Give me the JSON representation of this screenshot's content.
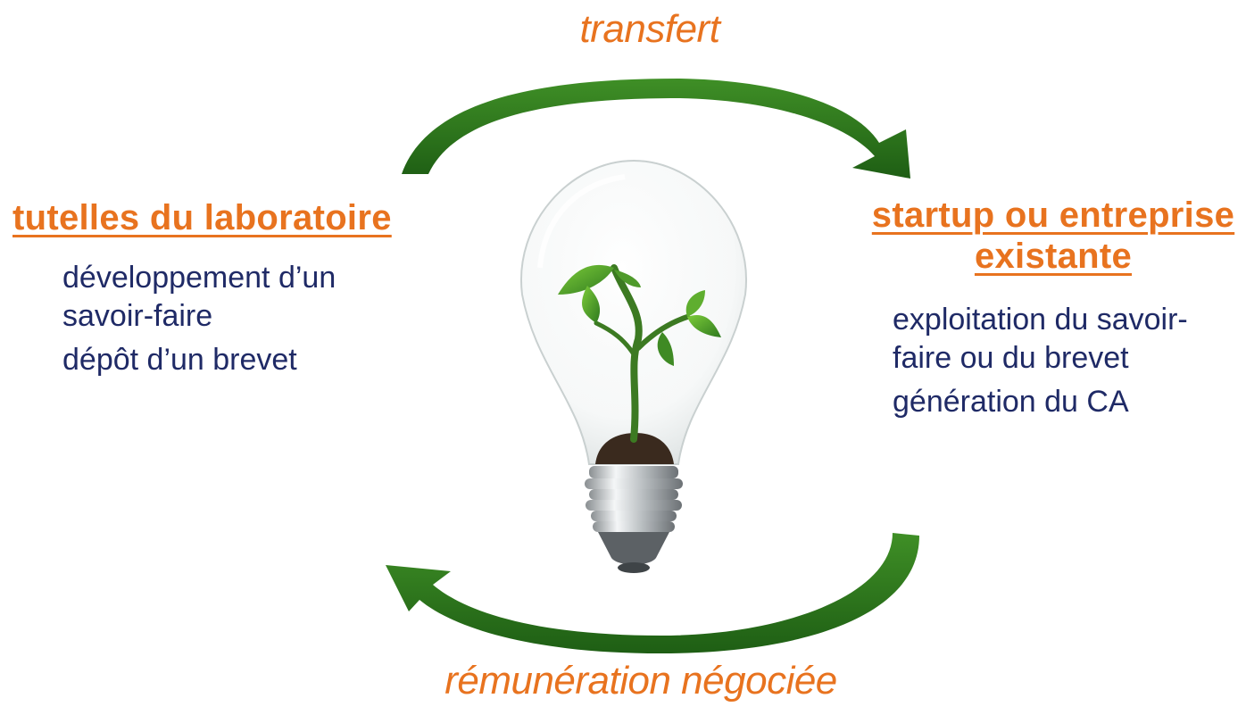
{
  "flows": {
    "top": "transfert",
    "bottom": "rémunération négociée"
  },
  "left": {
    "title": "tutelles du laboratoire",
    "items": [
      "développement d’un savoir-faire",
      "dépôt d’un brevet"
    ]
  },
  "right": {
    "title_line1": "startup ou entreprise",
    "title_line2": "existante",
    "items": [
      "exploitation du savoir-faire ou du brevet",
      "génération du CA"
    ]
  },
  "colors": {
    "accent": "#e8731f",
    "text": "#1f2a66",
    "arrow": "#2f7a1f"
  },
  "icons": {
    "center": "lightbulb-with-sprout-icon"
  }
}
